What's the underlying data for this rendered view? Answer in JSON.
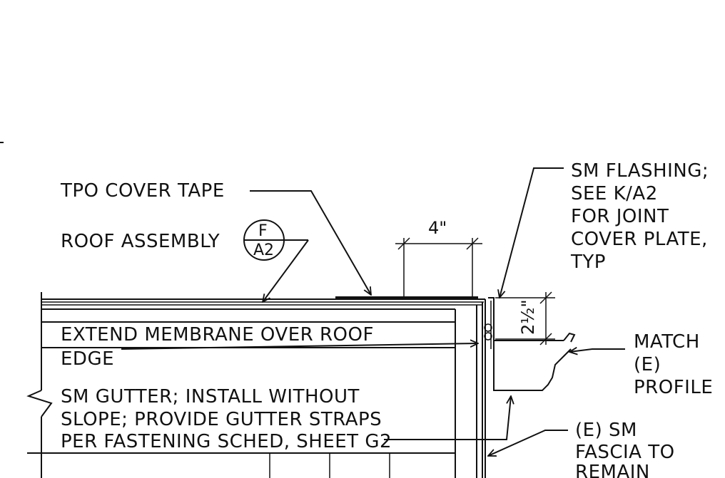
{
  "labels": {
    "tpo_cover_tape": "TPO COVER TAPE",
    "roof_assembly": "ROOF ASSEMBLY",
    "extend_line1": "EXTEND MEMBRANE OVER ROOF",
    "extend_line2": "EDGE",
    "gutter_line1": "SM GUTTER; INSTALL WITHOUT",
    "gutter_line2": "SLOPE; PROVIDE GUTTER STRAPS",
    "gutter_line3": "PER FASTENING SCHED, SHEET G2",
    "flashing_line1": "SM FLASHING;",
    "flashing_line2": "SEE K/A2",
    "flashing_line3": "FOR JOINT",
    "flashing_line4": "COVER PLATE,",
    "flashing_line5": "TYP",
    "match_line1": "MATCH",
    "match_line2": "(E)",
    "match_line3": "PROFILE",
    "fascia_line1": "(E) SM",
    "fascia_line2": "FASCIA TO",
    "fascia_line3": "REMAIN"
  },
  "detail_tag": {
    "top": "F",
    "bottom": "A2"
  },
  "dimensions": {
    "lap_width": "4\"",
    "flashing_height": "2½\""
  }
}
